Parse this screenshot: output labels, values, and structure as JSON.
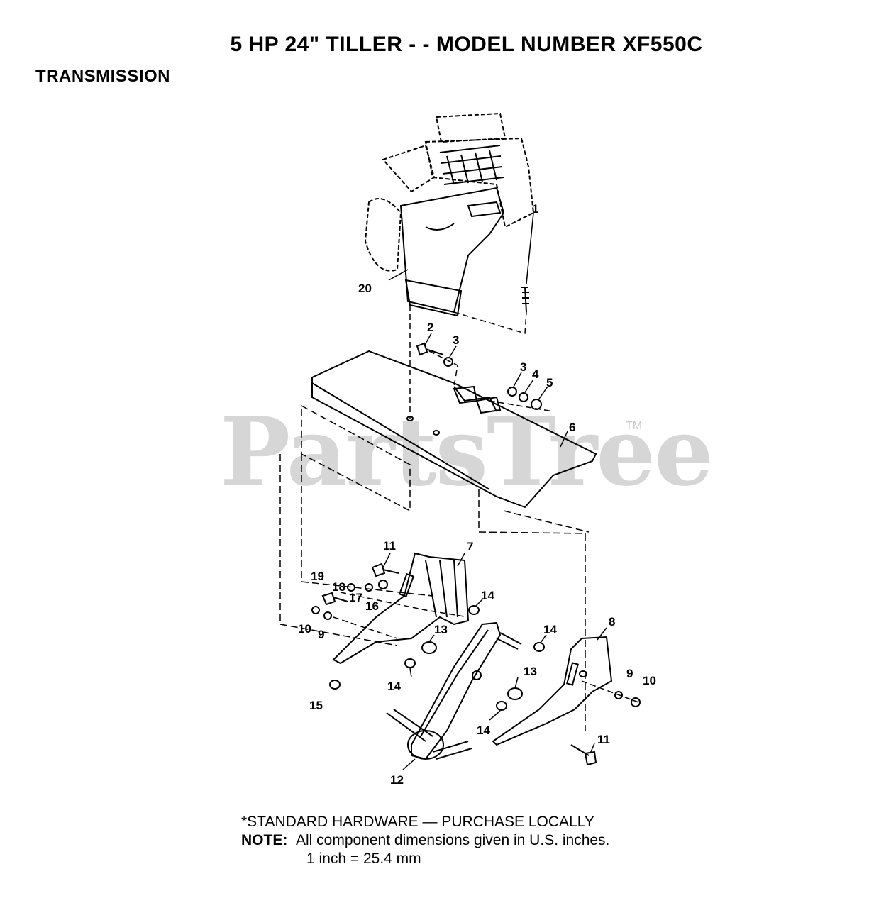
{
  "header": {
    "title": "5 HP 24\" TILLER - - MODEL NUMBER XF550C",
    "section": "TRANSMISSION"
  },
  "watermark": {
    "text": "PartsTree",
    "trademark": "TM"
  },
  "callouts": {
    "c1": "1",
    "c2": "2",
    "c3a": "3",
    "c3b": "3",
    "c4": "4",
    "c5": "5",
    "c6": "6",
    "c7": "7",
    "c8": "8",
    "c9a": "9",
    "c9b": "9",
    "c10a": "10",
    "c10b": "10",
    "c11a": "11",
    "c11b": "11",
    "c12": "12",
    "c13a": "13",
    "c13b": "13",
    "c14a": "14",
    "c14b": "14",
    "c14c": "14",
    "c14d": "14",
    "c15": "15",
    "c16": "16",
    "c17": "17",
    "c18": "18",
    "c19": "19",
    "c20": "20"
  },
  "footer": {
    "hardware": "*STANDARD HARDWARE — PURCHASE LOCALLY",
    "note_label": "NOTE:",
    "note_text": "All component dimensions given in U.S. inches.",
    "conversion": "1 inch = 25.4 mm"
  }
}
